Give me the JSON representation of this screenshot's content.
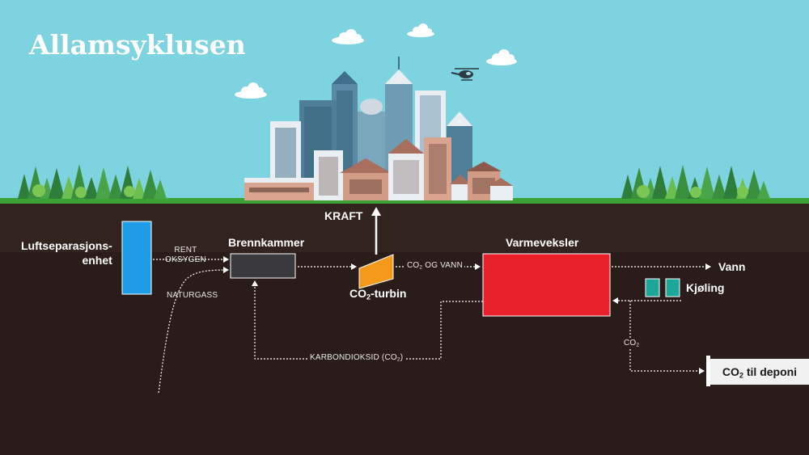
{
  "title": "Allamsyklusen",
  "labels": {
    "air_separation": [
      "Luftseparasjons-",
      "enhet"
    ],
    "combustor": "Brennkammer",
    "pure_oxygen": [
      "RENT",
      "OKSYGEN"
    ],
    "natural_gas": "NATURGASS",
    "power": "KRAFT",
    "turbin_prefix": "CO",
    "turbin_sub": "2",
    "turbin_suffix": "-turbin",
    "co2_water_prefix": "CO",
    "co2_water_sub": "2",
    "co2_water_suffix": " OG VANN",
    "heat_exchanger": "Varmeveksler",
    "water": "Vann",
    "cooling": "Kjøling",
    "co2_prefix": "CO",
    "co2_sub": "2",
    "carbon_dioxide_prefix": "KARBONDIOKSID (CO",
    "carbon_dioxide_sub": "2",
    "carbon_dioxide_suffix": ")",
    "storage_prefix": "CO",
    "storage_sub": "2",
    "storage_suffix": " til deponi"
  },
  "colors": {
    "sky": "#7dd3df",
    "ground": "#2a1d19",
    "grass": "#3ca236",
    "air_separation_unit": "#1e9ce8",
    "combustor": "#3a3a3e",
    "turbine": "#f39a1c",
    "heat_exchanger": "#e8212b",
    "cooler": "#1fa69a",
    "flow_line": "#ffffff"
  },
  "icons": [
    "cloud-icon",
    "helicopter-icon",
    "tree-icon",
    "building-icon"
  ]
}
